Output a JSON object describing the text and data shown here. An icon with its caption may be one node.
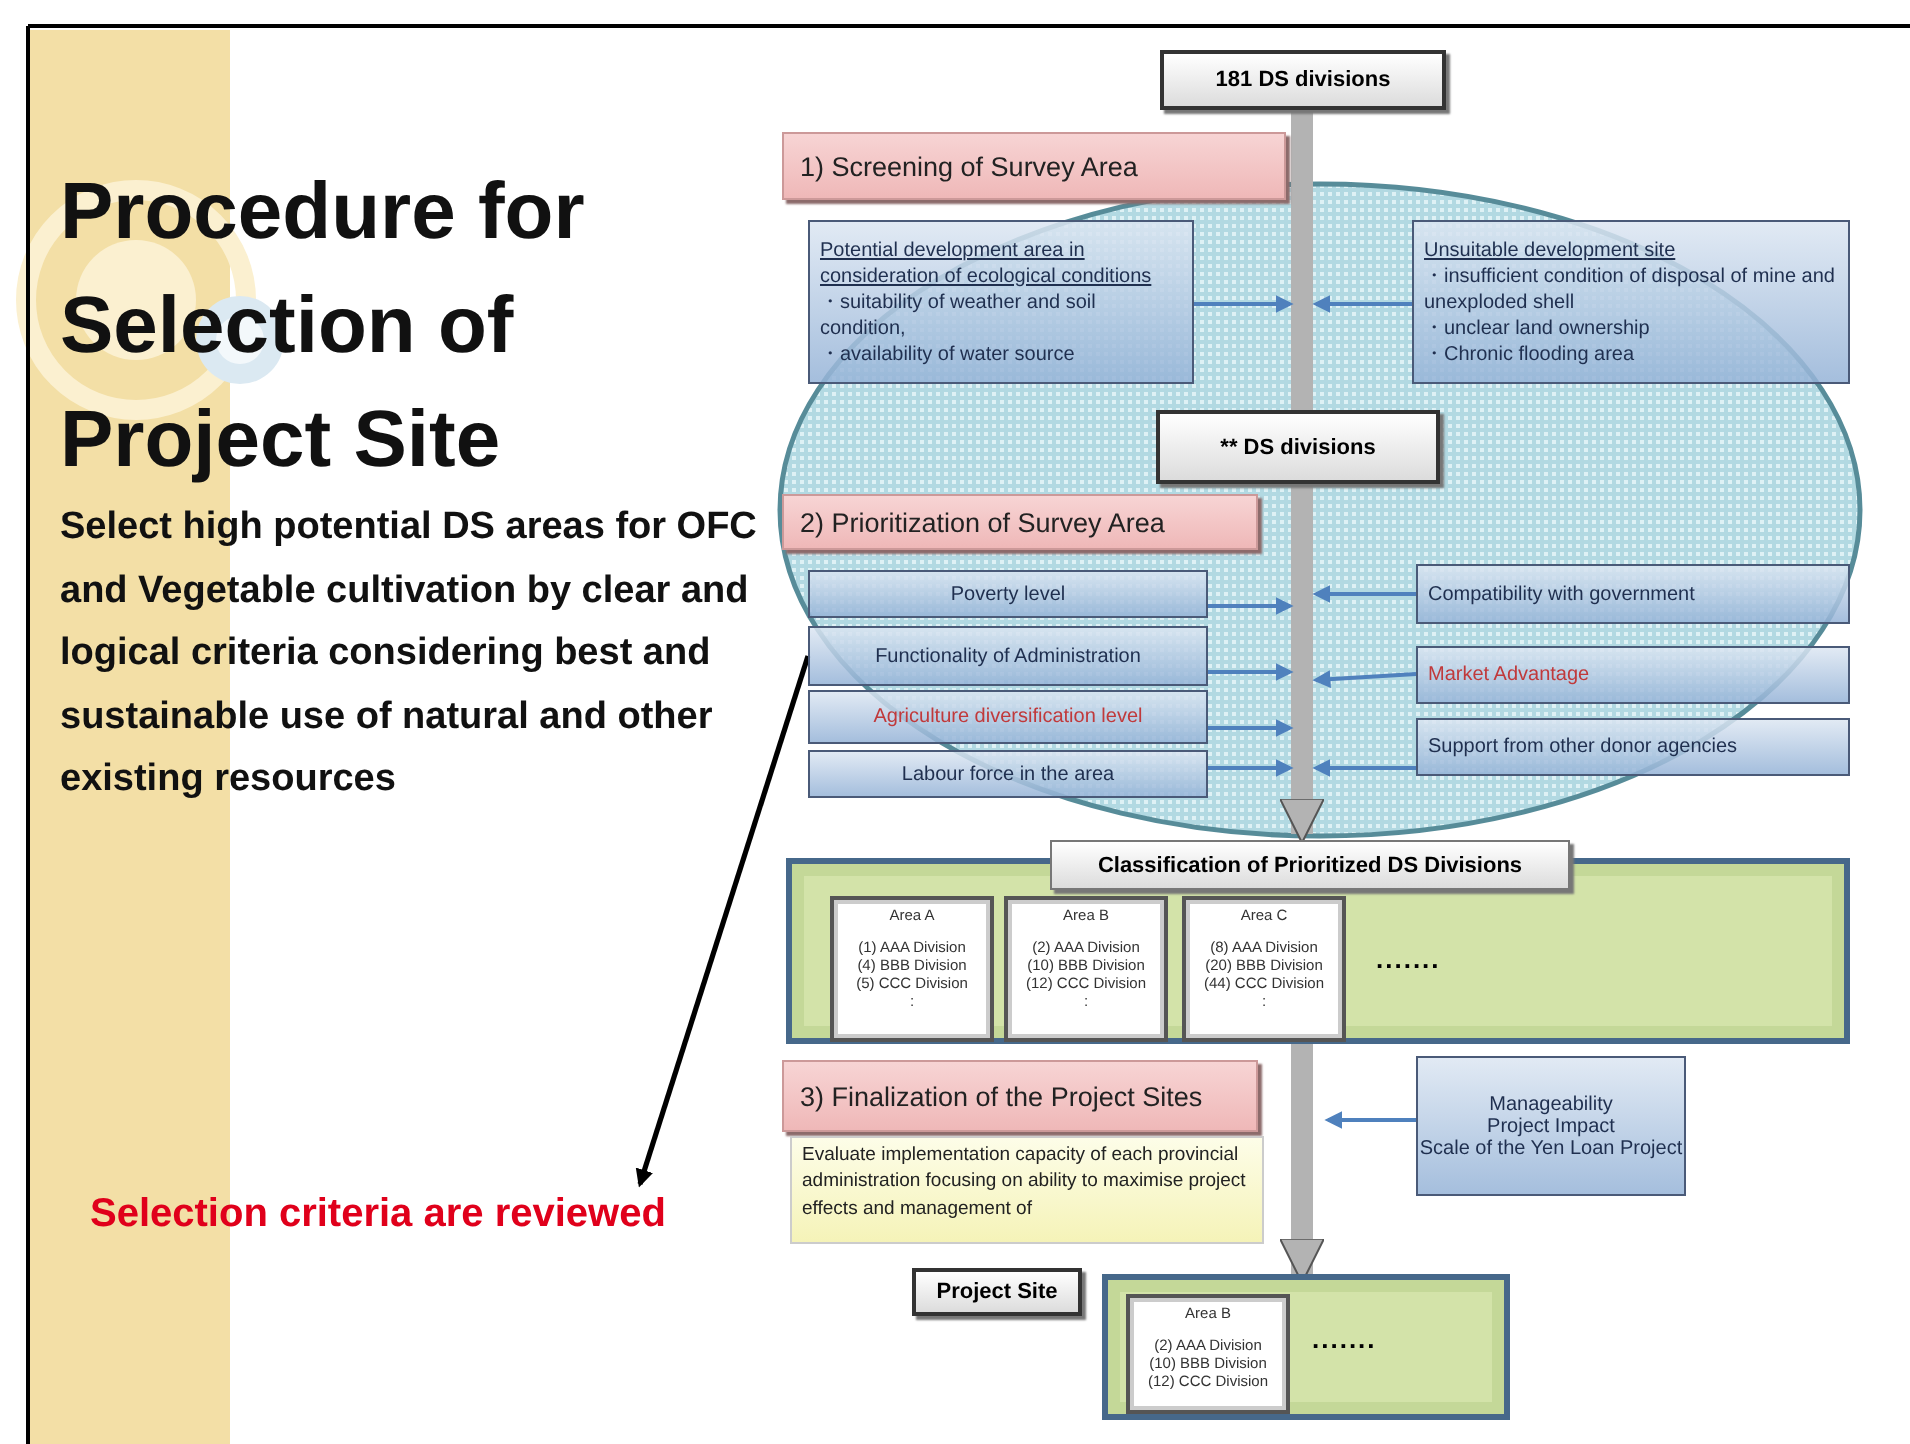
{
  "diagram": {
    "title": "Procedure for Selection of Project Site",
    "nodes": [
      {
        "text": [
          "181 DS divisions"
        ]
      },
      {
        "text": [
          "1) Screening of Survey Area"
        ]
      },
      {
        "text": [
          "Potential development area in consideration of ecological conditions",
          "・suitability of weather and soil condition,",
          "・availability of water source"
        ]
      },
      {
        "text": [
          "Unsuitable development site",
          "・insufficient condition of disposal of mine and unexploded shell",
          "・unclear land ownership",
          "・Chronic flooding area"
        ]
      },
      {
        "text": [
          "** DS divisions"
        ]
      },
      {
        "text": [
          "2) Prioritization of Survey Area"
        ]
      },
      {
        "text": [
          "Poverty level"
        ]
      },
      {
        "text": [
          "Functionality of Administration"
        ]
      },
      {
        "text": [
          "Agriculture diversification level"
        ]
      },
      {
        "text": [
          "Labour force in the area"
        ]
      },
      {
        "text": [
          "Compatibility with government"
        ]
      },
      {
        "text": [
          "Market Advantage"
        ]
      },
      {
        "text": [
          "Support from other donor agencies"
        ]
      },
      {
        "text": [
          "Classification of Prioritized DS Divisions",
          "......."
        ]
      },
      {
        "text": [
          "Area A",
          "(1) AAA Division",
          "(4) BBB Division",
          "(5) CCC Division",
          ":"
        ],
        "in": 13
      },
      {
        "text": [
          "Area B",
          "(2) AAA Division",
          "(10) BBB Division",
          "(12) CCC Division",
          ":"
        ],
        "in": 13
      },
      {
        "text": [
          "Area  C",
          "(8) AAA Division",
          "(20) BBB Division",
          "(44) CCC Division",
          ":"
        ],
        "in": 13
      },
      {
        "text": [
          "3) Finalization of the Project Sites"
        ]
      },
      {
        "text": [
          "Evaluate implementation capacity of each provincial administration focusing on ability to maximise project effects and management of"
        ]
      },
      {
        "text": [
          "Manageability",
          "Project Impact",
          "Scale of the Yen Loan Project"
        ]
      },
      {
        "text": [
          "Project Site"
        ]
      },
      {
        "text": [
          "......."
        ]
      },
      {
        "text": [
          "Area B",
          "(2) AAA Division",
          "(10) BBB Division",
          "(12) CCC Division"
        ],
        "in": 21
      },
      {
        "text": [
          "Selection criteria are reviewed"
        ]
      }
    ],
    "edges": [
      {
        "from": 0,
        "to": 4,
        "arrow": "none",
        "style": "thick",
        "color": "#b3b3b3"
      },
      {
        "from": 4,
        "to": 13,
        "arrow": "to",
        "style": "thick",
        "color": "#b3b3b3"
      },
      {
        "from": 13,
        "to": 21,
        "arrow": "to",
        "style": "thick",
        "color": "#b3b3b3"
      },
      {
        "from": 2,
        "to": null,
        "arrow": "to"
      },
      {
        "from": 3,
        "to": null,
        "arrow": "to"
      },
      {
        "from": 6,
        "to": null,
        "arrow": "to"
      },
      {
        "from": 7,
        "to": null,
        "arrow": "to"
      },
      {
        "from": 8,
        "to": null,
        "arrow": "to"
      },
      {
        "from": 9,
        "to": null,
        "arrow": "to"
      },
      {
        "from": 10,
        "to": null,
        "arrow": "to"
      },
      {
        "from": 11,
        "to": null,
        "arrow": "to"
      },
      {
        "from": 12,
        "to": null,
        "arrow": "to"
      },
      {
        "from": 19,
        "to": null,
        "arrow": "to"
      },
      {
        "from": 7,
        "to": 23,
        "arrow": "to",
        "color": "#000000"
      }
    ],
    "labels": [
      "Select high potential DS areas for OFC and Vegetable cultivation by clear and logical criteria considering best and sustainable use of natural and other existing resources"
    ]
  }
}
